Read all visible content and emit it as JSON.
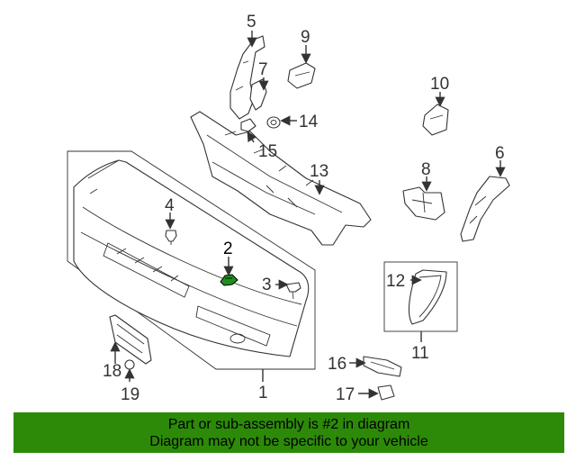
{
  "callouts": {
    "c1": "1",
    "c2": "2",
    "c3": "3",
    "c4": "4",
    "c5": "5",
    "c6": "6",
    "c7": "7",
    "c8": "8",
    "c9": "9",
    "c10": "10",
    "c11": "11",
    "c12": "12",
    "c13": "13",
    "c14": "14",
    "c15": "15",
    "c16": "16",
    "c17": "17",
    "c18": "18",
    "c19": "19"
  },
  "highlighted_part": "2",
  "colors": {
    "highlight": "#1f8f1f",
    "banner_bg": "#2d8a09"
  },
  "banner": {
    "line1": "Part or sub-assembly is #2 in diagram",
    "line2": "Diagram may not be specific to your vehicle"
  }
}
